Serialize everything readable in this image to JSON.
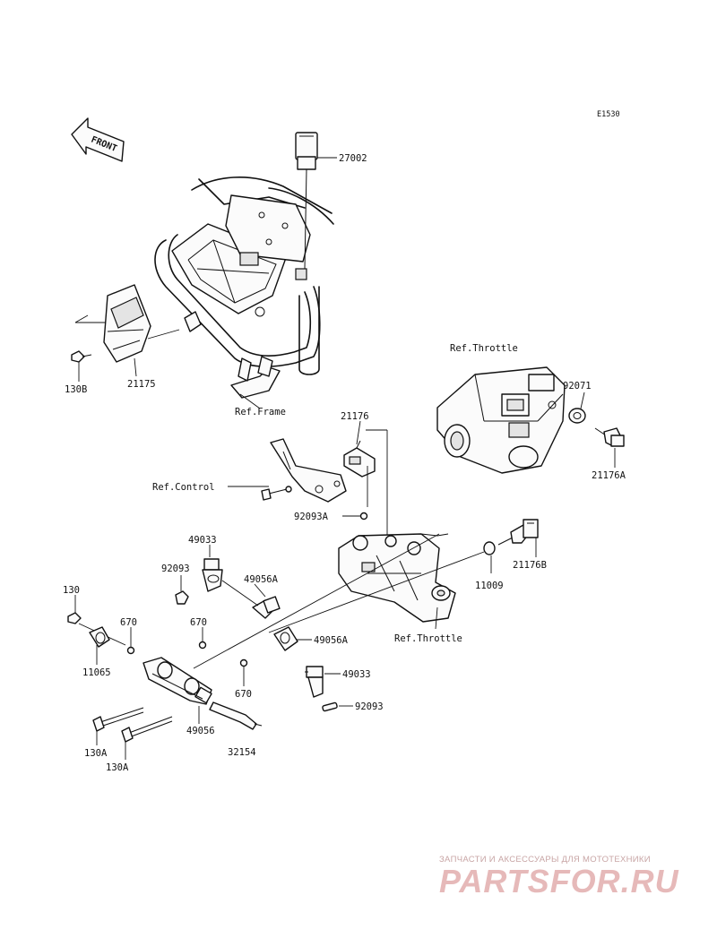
{
  "diagram_code": "E1530",
  "front_label": "FRONT",
  "labels": {
    "l_27002": "27002",
    "l_21175": "21175",
    "l_130b": "130B",
    "l_ref_frame": "Ref.Frame",
    "l_ref_throttle_top": "Ref.Throttle",
    "l_92071": "92071",
    "l_21176a": "21176A",
    "l_21176": "21176",
    "l_ref_control": "Ref.Control",
    "l_92093a": "92093A",
    "l_49033_top": "49033",
    "l_92093_top": "92093",
    "l_49056a_top": "49056A",
    "l_130": "130",
    "l_670_left": "670",
    "l_670_mid": "670",
    "l_11065": "11065",
    "l_11009": "11009",
    "l_21176b": "21176B",
    "l_ref_throttle_bot": "Ref.Throttle",
    "l_49056a_bot": "49056A",
    "l_49033_bot": "49033",
    "l_670_right": "670",
    "l_92093_bot": "92093",
    "l_49056": "49056",
    "l_130a_1": "130A",
    "l_130a_2": "130A",
    "l_32154": "32154"
  },
  "watermark": {
    "tagline": "ЗАПЧАСТИ И АКСЕССУАРЫ ДЛЯ МОТОТЕХНИКИ",
    "brand": "PARTSFOR.RU"
  }
}
